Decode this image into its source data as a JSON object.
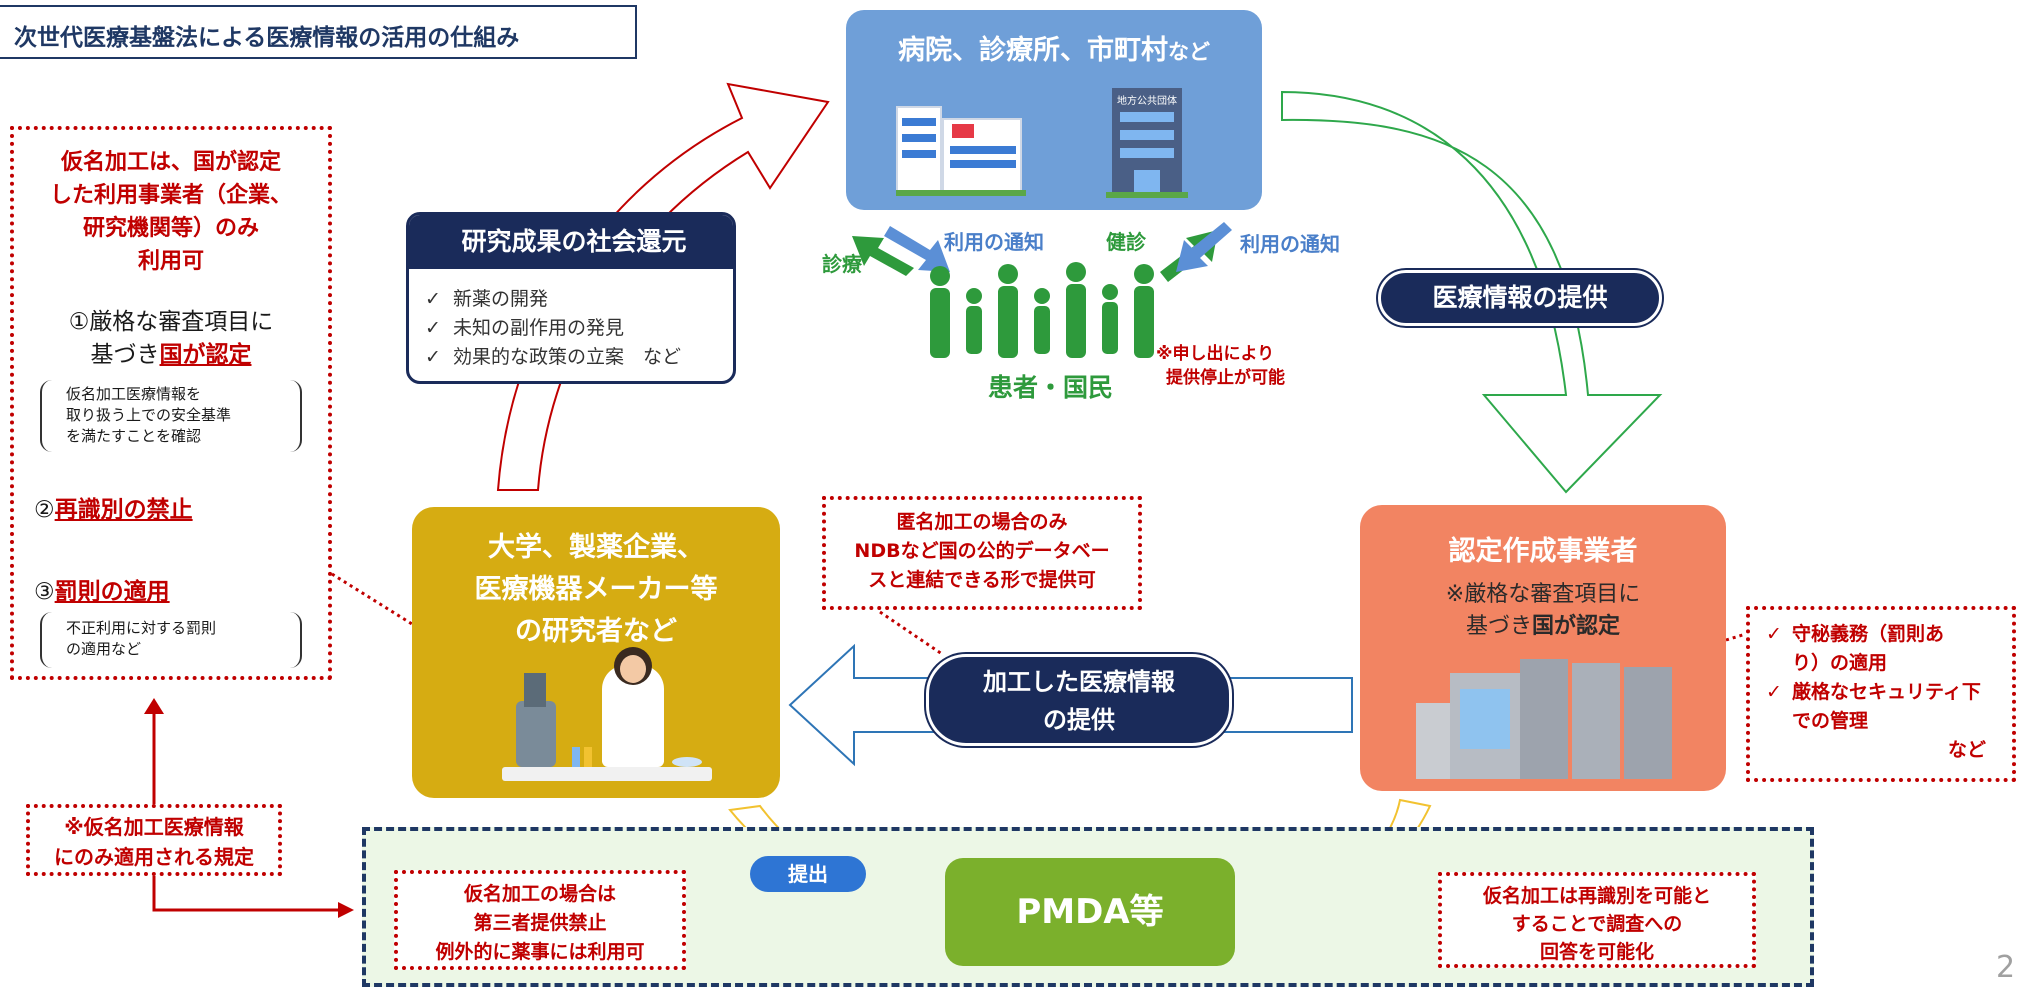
{
  "title": "次世代医療基盤法による医療情報の活用の仕組み",
  "page_number": "2",
  "left_panel": {
    "heading_lines": [
      "仮名加工は、国が認定",
      "した利用事業者（企業、",
      "研究機関等）のみ",
      "利用可"
    ],
    "item1_prefix": "①厳格な審査項目に",
    "item1_line2_pre": "基づき",
    "item1_line2_em": "国が認定",
    "item1_note_lines": [
      "仮名加工医療情報を",
      "取り扱う上での安全基準",
      "を満たすことを確認"
    ],
    "item2_num": "②",
    "item2_em": "再識別の禁止",
    "item3_num": "③",
    "item3_em": "罰則の適用",
    "item3_note_lines": [
      "不正利用に対する罰則",
      "の適用など"
    ]
  },
  "note_box": {
    "lines": [
      "※仮名加工医療情報",
      "にのみ適用される規定"
    ]
  },
  "hospital": {
    "title_main": "病院、診療所、市町村",
    "title_suffix": "など",
    "sign": "地方公共団体"
  },
  "research_return": {
    "title": "研究成果の社会還元",
    "items": [
      "新薬の開発",
      "未知の副作用の発見",
      "効果的な政策の立案　など"
    ],
    "check": "✓"
  },
  "patients": {
    "shinryo": "診療",
    "notice1": "利用の通知",
    "kenshin": "健診",
    "notice2": "利用の通知",
    "label": "患者・国民",
    "stop_lines": [
      "※申し出により",
      "提供停止が可能"
    ]
  },
  "medical_info_provision": {
    "label": "医療情報の提供"
  },
  "research": {
    "lines": [
      "大学、製薬企業、",
      "医療機器メーカー等",
      "の研究者など"
    ]
  },
  "anonymous_note": {
    "lines": [
      "匿名加工の場合のみ",
      "NDBなど国の公的データベー",
      "スと連結できる形で提供可"
    ]
  },
  "processed_info": {
    "lines": [
      "加工した医療情報",
      "の提供"
    ]
  },
  "certified": {
    "title": "認定作成事業者",
    "line2": "※厳格な審査項目に",
    "line3_pre": "基づき",
    "line3_em": "国が認定"
  },
  "right_note": {
    "items": [
      {
        "check": "✓",
        "lines": [
          "守秘義務（罰則あ",
          "り）の適用"
        ]
      },
      {
        "check": "✓",
        "lines": [
          "厳格なセキュリティ下",
          "での管理"
        ]
      }
    ],
    "tail": "など"
  },
  "submit": {
    "label": "提出"
  },
  "pmda": {
    "label": "PMDA等"
  },
  "pseudonym_note": {
    "lines": [
      "仮名加工の場合は",
      "第三者提供禁止",
      "例外的に薬事には利用可"
    ]
  },
  "reident_note": {
    "lines": [
      "仮名加工は再識別を可能と",
      "することで調査への",
      "回答を可能化"
    ]
  },
  "colors": {
    "navy": "#1a2b5a",
    "red": "#c00000",
    "hospital_blue": "#6f9fd8",
    "research_gold": "#d6ac12",
    "certified_orange": "#f28462",
    "pmda_green": "#7bb02c",
    "patient_green": "#2e9a3c"
  }
}
